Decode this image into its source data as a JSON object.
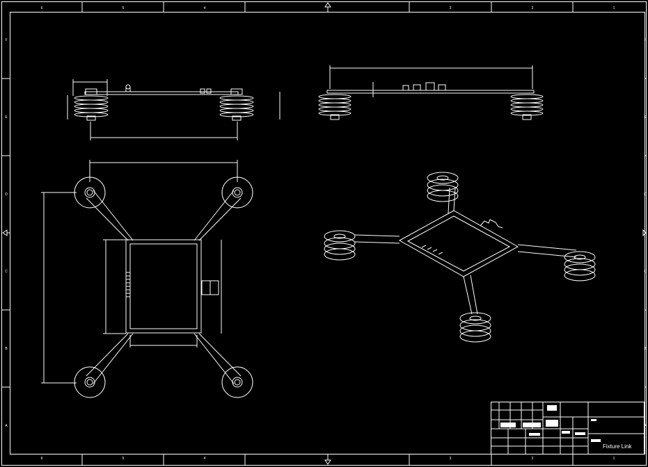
{
  "title_block": {
    "drawing_title": "Fixture Link"
  },
  "border": {
    "top_ticks": [
      "6",
      "5",
      "4",
      "3",
      "2",
      "1"
    ],
    "bottom_ticks": [
      "6",
      "5",
      "4",
      "3",
      "2",
      "1"
    ],
    "left_ticks": [
      "A",
      "B",
      "C",
      "D",
      "E",
      "F"
    ],
    "right_ticks": [
      "A",
      "B",
      "C",
      "D",
      "E",
      "F"
    ]
  },
  "colors": {
    "background": "#000000",
    "line": "#ffffff"
  }
}
